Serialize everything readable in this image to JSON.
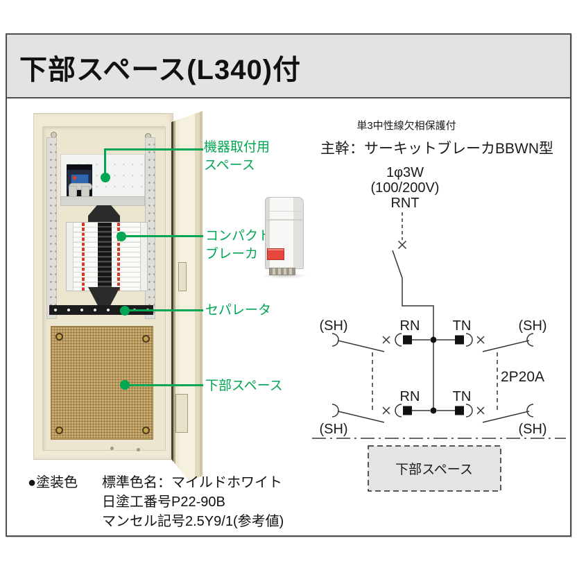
{
  "header": {
    "title": "下部スペース(L340)付"
  },
  "annotations": {
    "items": [
      {
        "line1": "機器取付用",
        "line2": "スペース"
      },
      {
        "line1": "コンパクト",
        "line2": "ブレーカ"
      },
      {
        "line1": "セパレータ",
        "line2": ""
      },
      {
        "line1": "下部スペース",
        "line2": ""
      }
    ]
  },
  "diagram": {
    "protection_note": "単3中性線欠相保護付",
    "main_label": "主幹：サーキットブレーカBBWN型",
    "supply_phase": "1φ3W",
    "supply_voltage": "(100/200V)",
    "supply_code": "RNT",
    "sh": "(SH)",
    "rn": "RN",
    "tn": "TN",
    "branch_rating": "2P20A",
    "bottom_space": "下部スペース"
  },
  "paint_info": {
    "heading": "●塗装色",
    "lines": [
      "標準色名：マイルドホワイト",
      "日塗工番号P22-90B",
      "マンセル記号2.5Y9/1(参考値)"
    ]
  },
  "colors": {
    "annotation_green": "#00a651",
    "header_bg": "#e3e3e3",
    "cabinet_cream": "#f0e9d6",
    "board_tan": "#cbab6f"
  }
}
